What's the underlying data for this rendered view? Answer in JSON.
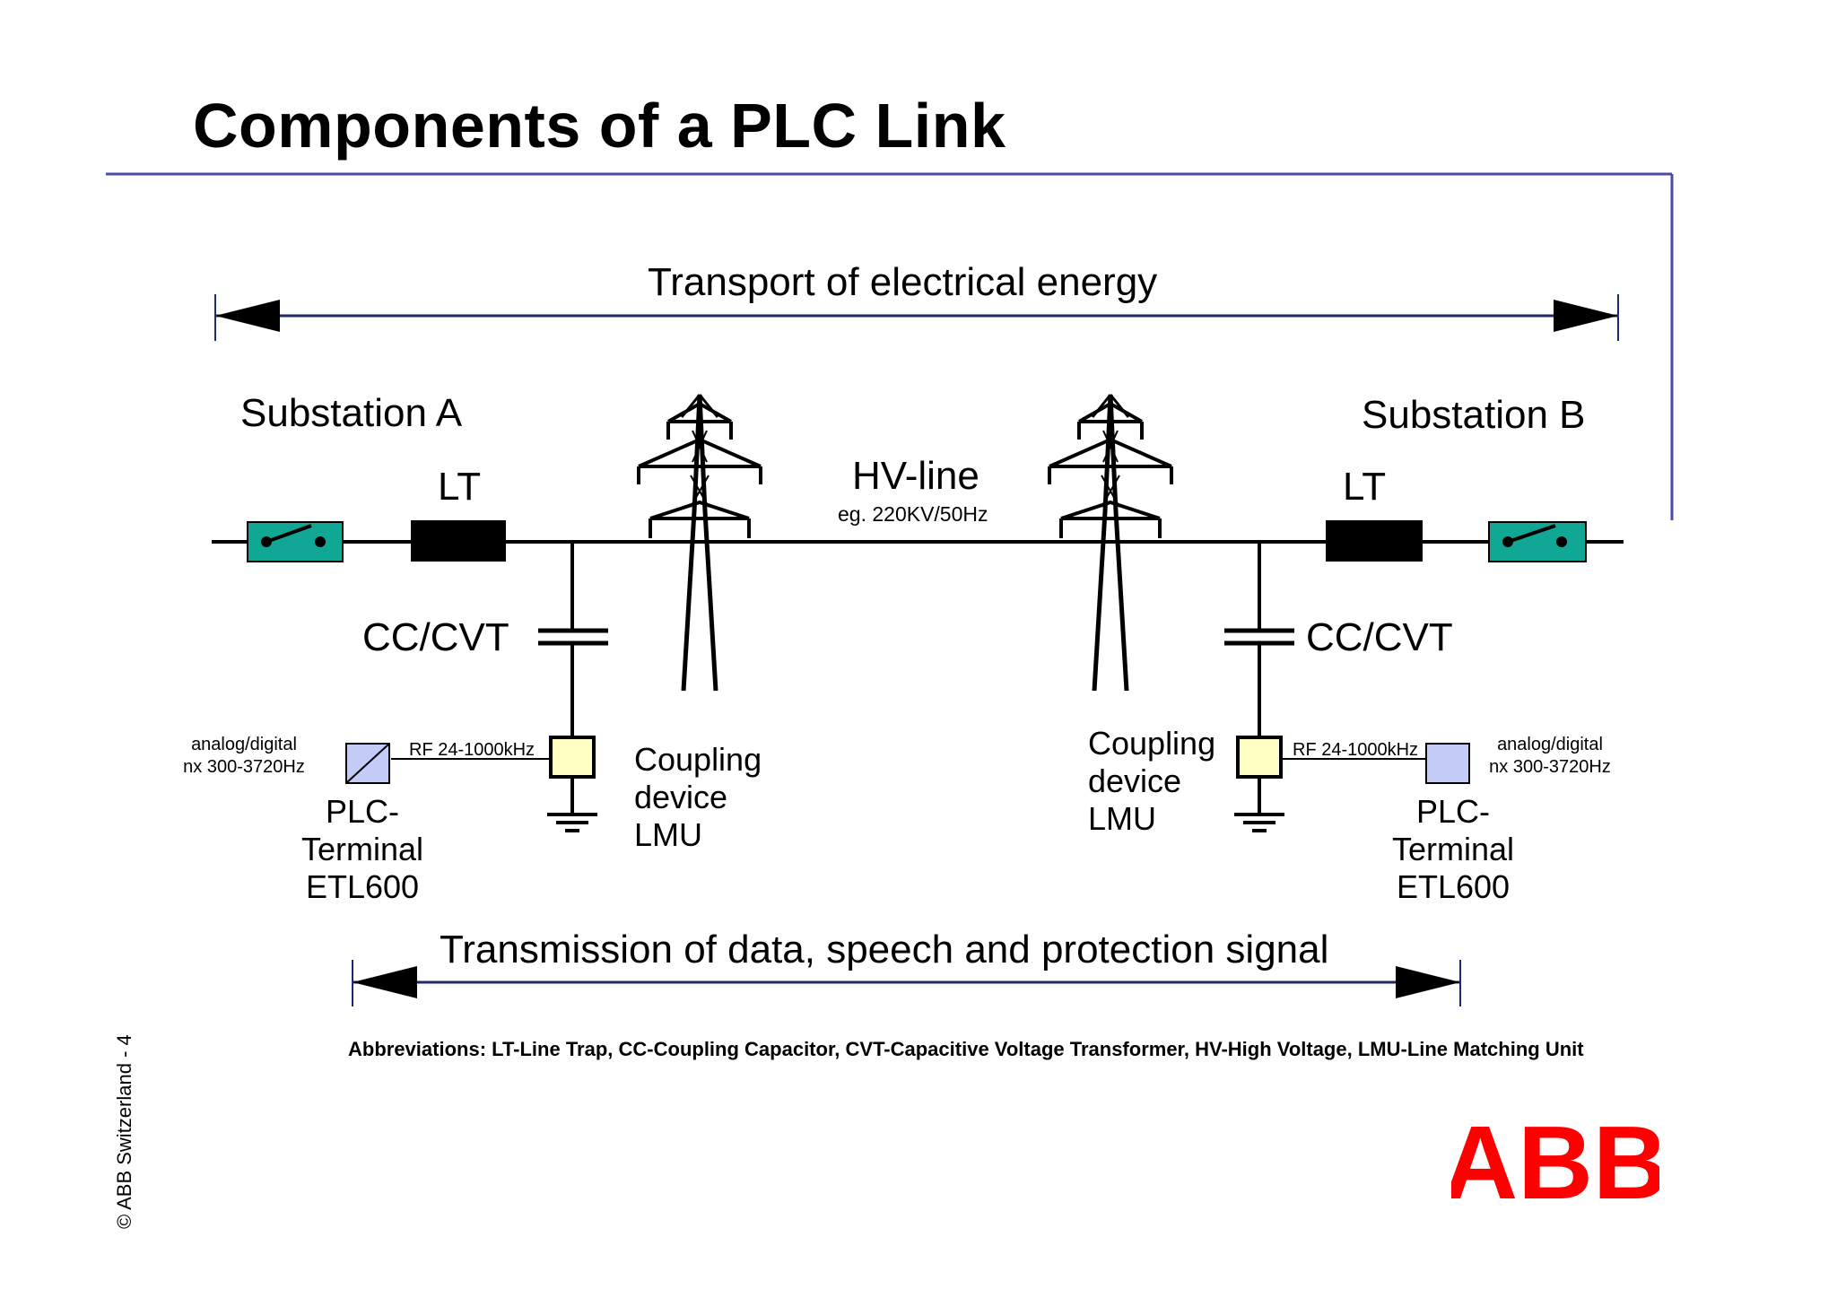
{
  "slide": {
    "title": "Components of a PLC Link",
    "accent_line_color": "#4a4aa8",
    "footer_copyright": "© ABB Switzerland - 4",
    "brand_color": "#ff0000"
  },
  "diagram": {
    "top_arrow_label": "Transport of electrical energy",
    "bottom_arrow_label": "Transmission of data, speech and protection signal",
    "substation_a": "Substation A",
    "substation_b": "Substation B",
    "line_trap_label": "LT",
    "hv_line": {
      "label": "HV-line",
      "sublabel": "eg. 220KV/50Hz"
    },
    "coupling_capacitor_label": "CC/CVT",
    "coupling_device": {
      "line1": "Coupling",
      "line2": "device",
      "line3": "LMU"
    },
    "rf_label": "RF 24-1000kHz",
    "plc_terminal": {
      "line1": "PLC-",
      "line2": "Terminal",
      "line3": "ETL600"
    },
    "terminal_input": {
      "line1": "analog/digital",
      "line2": "nx 300-3720Hz"
    },
    "abbreviations": "Abbreviations: LT-Line Trap, CC-Coupling Capacitor, CVT-Capacitive Voltage Transformer, HV-High Voltage, LMU-Line Matching Unit",
    "colors": {
      "switch_fill": "#11a795",
      "coupling_device_fill": "#ffffc4",
      "plc_terminal_fill": "#c3cbf7",
      "arrow_line": "#1d2a6b"
    }
  },
  "brand": {
    "logo_text": "ABB"
  }
}
